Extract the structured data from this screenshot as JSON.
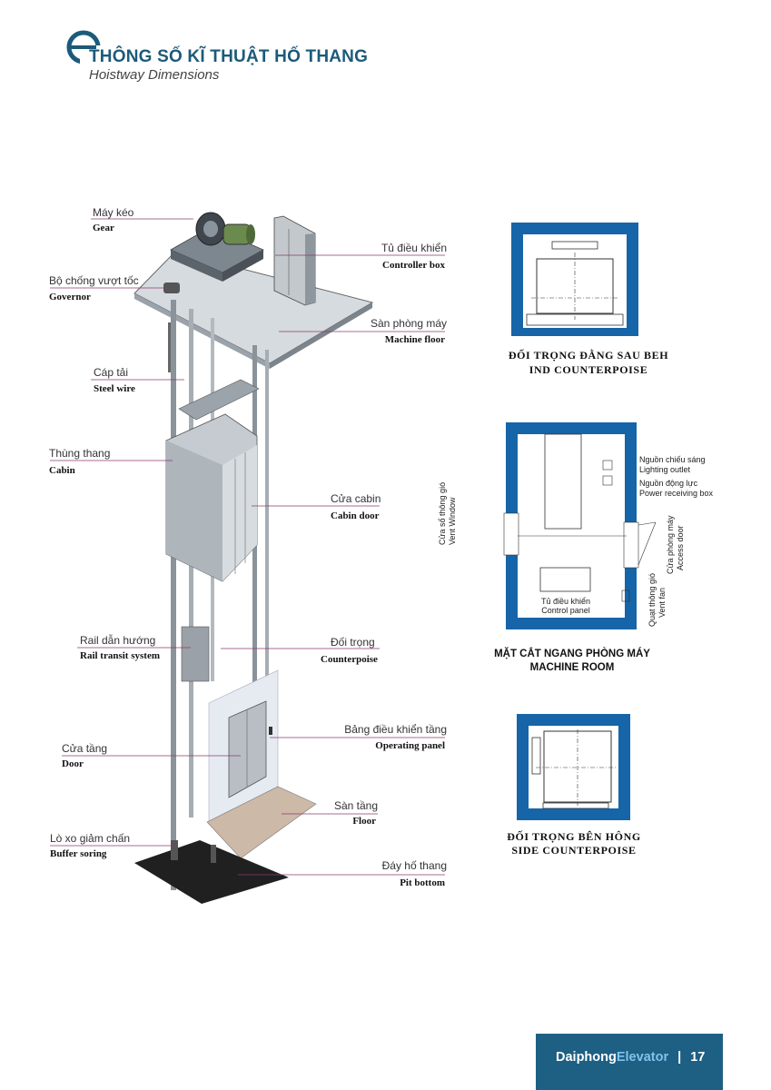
{
  "header": {
    "title": "THÔNG SỐ KĨ THUẬT HỐ THANG",
    "subtitle": "Hoistway Dimensions"
  },
  "labels": {
    "gear": {
      "vn": "Máy kéo",
      "en": "Gear"
    },
    "governor": {
      "vn": "Bộ chống vượt tốc",
      "en": "Governor"
    },
    "steel_wire": {
      "vn": "Cáp tải",
      "en": "Steel wire"
    },
    "cabin": {
      "vn": "Thùng thang",
      "en": "Cabin"
    },
    "rail": {
      "vn": "Rail dẫn hướng",
      "en": "Rail transit system"
    },
    "door": {
      "vn": "Cửa tầng",
      "en": "Door"
    },
    "buffer": {
      "vn": "Lò xo giảm chấn",
      "en": "Buffer soring"
    },
    "controller": {
      "vn": "Tủ điều khiển",
      "en": "Controller box"
    },
    "machine_floor": {
      "vn": "Sàn phòng máy",
      "en": "Machine floor"
    },
    "cabin_door": {
      "vn": "Cửa cabin",
      "en": "Cabin door"
    },
    "counterpoise": {
      "vn": "Đối trọng",
      "en": "Counterpoise"
    },
    "operating_panel": {
      "vn": "Bảng điều khiển tầng",
      "en": "Operating panel"
    },
    "floor": {
      "vn": "Sàn tầng",
      "en": "Floor"
    },
    "pit": {
      "vn": "Đáy hố thang",
      "en": "Pit bottom"
    }
  },
  "diagrams": {
    "behind": {
      "line1": "ĐỐI TRỌNG ĐẰNG SAU BEH",
      "line2": "IND COUNTERPOISE"
    },
    "machine_room": {
      "line1": "MẶT CẮT NGANG PHÒNG MÁY",
      "line2": "MACHINE ROOM",
      "lighting_vn": "Nguồn chiếu sáng",
      "lighting_en": "Lighting outlet",
      "power_vn": "Nguồn động lực",
      "power_en": "Power receiving box",
      "vent_window_vn": "Cửa sổ thông gió",
      "vent_window_en": "Vent Window",
      "access_vn": "Cửa phòng máy",
      "access_en": "Access door",
      "vent_fan_vn": "Quạt thông gió",
      "vent_fan_en": "Vent fan",
      "control_vn": "Tủ điều khiển",
      "control_en": "Control panel"
    },
    "side": {
      "line1": "ĐỐI TRỌNG BÊN HÔNG",
      "line2": "SIDE COUNTERPOISE"
    }
  },
  "footer": {
    "brand1": "Daiphong",
    "brand2": "Elevator",
    "separator": "|",
    "page": "17"
  },
  "colors": {
    "brand_blue": "#1e5f84",
    "wall_blue": "#1565a8"
  }
}
